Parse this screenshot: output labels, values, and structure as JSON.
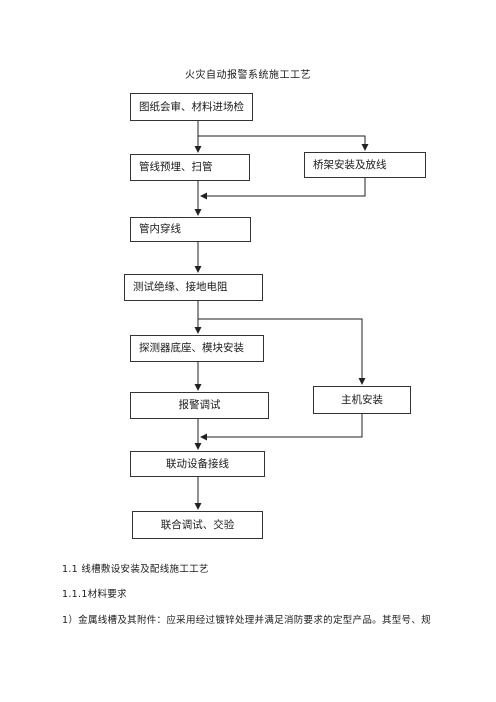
{
  "document": {
    "title": "火灾自动报警系统施工工艺"
  },
  "flowchart": {
    "steps": [
      {
        "id": "s1",
        "label": "图纸会审、材料进场检"
      },
      {
        "id": "s2",
        "label": "管线预埋、扫管"
      },
      {
        "id": "s3",
        "label": "桥架安装及放线"
      },
      {
        "id": "s4",
        "label": "管内穿线"
      },
      {
        "id": "s5",
        "label": "测试绝缘、接地电阻"
      },
      {
        "id": "s6",
        "label": "探测器底座、模块安装"
      },
      {
        "id": "s7",
        "label": "报警调试"
      },
      {
        "id": "s8",
        "label": "主机安装"
      },
      {
        "id": "s9",
        "label": "联动设备接线"
      },
      {
        "id": "s10",
        "label": "联合调试、交验"
      }
    ]
  },
  "body_text": {
    "heading_1": "1.1 线槽敷设安装及配线施工工艺",
    "heading_2": "1.1.1材料要求",
    "paragraph_1": "1）金属线槽及其附件：应采用经过镀锌处理并满足消防要求的定型产品。其型号、规"
  }
}
